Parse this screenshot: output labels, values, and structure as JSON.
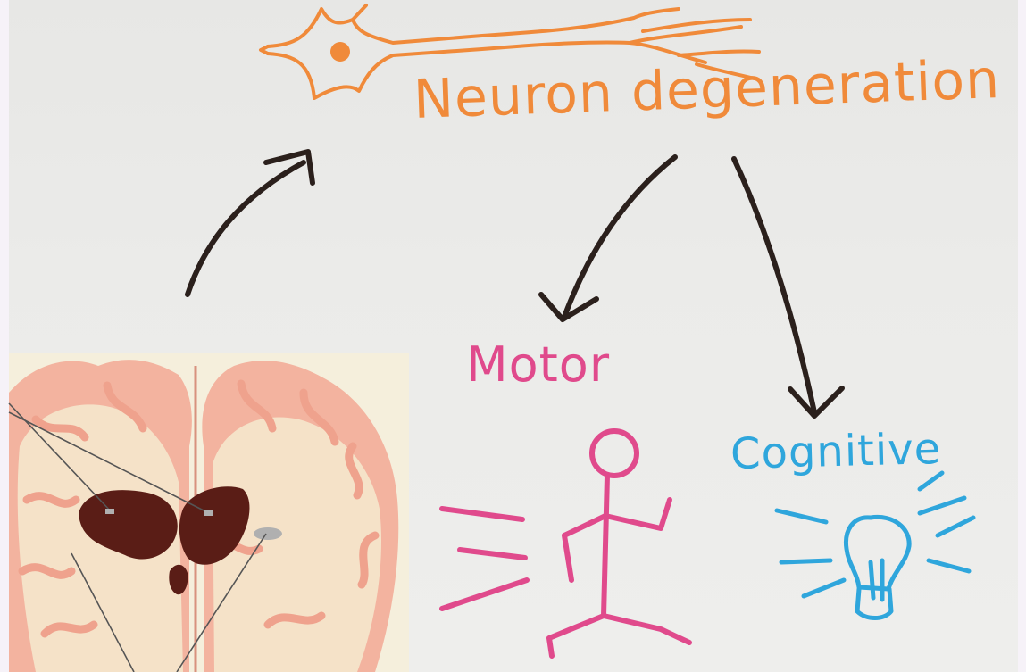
{
  "diagram": {
    "title": "Neuron degeneration",
    "outcomes": [
      {
        "label": "Motor"
      },
      {
        "label": "Cognitive"
      }
    ],
    "colors": {
      "board": "#ebebe9",
      "title": "#f08a3a",
      "motor": "#e04a8c",
      "cognitive": "#2fa6dc",
      "arrows": "#2b201c",
      "brain_cortex": "#f3b39f",
      "brain_white_matter": "#f5e2c8",
      "brain_nuclei": "#5a1d16"
    },
    "icons": [
      "neuron-icon",
      "brain-section-image",
      "running-stick-figure-icon",
      "lightbulb-icon"
    ]
  }
}
